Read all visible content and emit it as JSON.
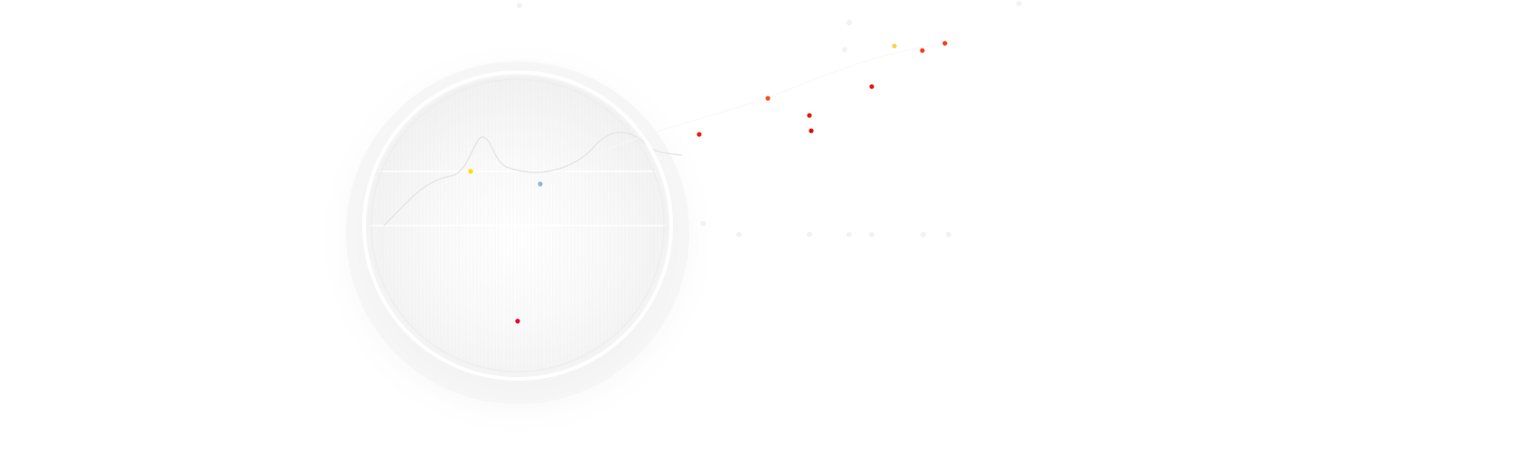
{
  "scene": {
    "background": "#ffffff",
    "globe": {
      "halo_colors": [
        "#fbfbfb",
        "#f6f6f6",
        "#f2f2f2"
      ],
      "ring_color": "#ffffff",
      "face_color": "#f4f4f4",
      "grid_color": "#ebebeb",
      "wave_color": "#e8e8e8",
      "center_color": "#ffffff"
    },
    "markers": [
      {
        "name": "marker-yellow-globe",
        "color": "#ffdd00"
      },
      {
        "name": "marker-blue-globe",
        "color": "#8ab6e0"
      },
      {
        "name": "marker-crimson-globe",
        "color": "#e8003a"
      },
      {
        "name": "marker-red-1",
        "color": "#e82010"
      },
      {
        "name": "marker-orange-1",
        "color": "#ff4d1a"
      },
      {
        "name": "marker-red-2",
        "color": "#e81c10"
      },
      {
        "name": "marker-red-3",
        "color": "#dd1008"
      },
      {
        "name": "marker-red-4",
        "color": "#e81a0c"
      },
      {
        "name": "marker-yellow-2",
        "color": "#ffd24d"
      },
      {
        "name": "marker-orange-2",
        "color": "#ff3b1a"
      },
      {
        "name": "marker-orange-3",
        "color": "#f5401a"
      }
    ]
  }
}
